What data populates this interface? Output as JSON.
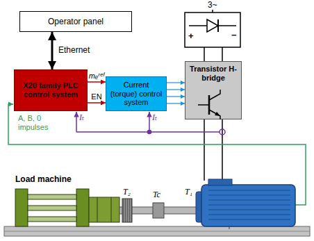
{
  "diagram": {
    "nodes": [
      {
        "text": [
          "Operator panel"
        ]
      },
      {
        "text": [
          "X20 family PLC control system"
        ]
      },
      {
        "text": [
          "Current (torque) control system"
        ]
      },
      {
        "text": [
          "Transistor H-bridge"
        ]
      }
    ],
    "edges": [
      {
        "from": 0,
        "to": 1,
        "arrow": "both",
        "label": "Ethernet"
      },
      {
        "from": 1,
        "to": 2,
        "arrow": "to",
        "label": "mₑʳᵉᶠ"
      },
      {
        "from": 1,
        "to": 2,
        "arrow": "to",
        "label": "EN"
      },
      {
        "from": 2,
        "to": 3,
        "arrow": "to"
      },
      {
        "from": 2,
        "to": 3,
        "arrow": "to"
      },
      {
        "from": 2,
        "to": 3,
        "arrow": "to"
      },
      {
        "from": 2,
        "to": 3,
        "arrow": "to"
      }
    ],
    "labels": [
      "3~",
      "+",
      "−",
      "A, B, 0 impulses",
      "Iₜ",
      "Iₜ",
      "Load machine",
      "T₂",
      "Tc",
      "T₁"
    ]
  }
}
